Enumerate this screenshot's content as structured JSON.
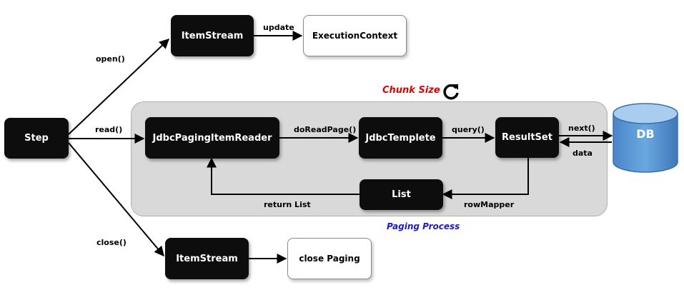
{
  "nodes": {
    "step": "Step",
    "item_stream_open": "ItemStream",
    "execution_context": "ExecutionContext",
    "reader": "JdbcPagingItemReader",
    "template": "JdbcTemplete",
    "result_set": "ResultSet",
    "db": "DB",
    "list": "List",
    "item_stream_close": "ItemStream",
    "close_paging": "close Paging"
  },
  "edges": {
    "open": "open()",
    "update": "update",
    "read": "read()",
    "do_read_page": "doReadPage()",
    "query": "query()",
    "next": "next()",
    "data": "data",
    "row_mapper": "rowMapper",
    "return_list": "return List",
    "close": "close()"
  },
  "annotations": {
    "chunk_size": "Chunk Size",
    "paging_process": "Paging Process"
  },
  "colors": {
    "chunk_size": "#e00000",
    "paging_process": "#1a1acc",
    "db_fill": "#5b9bd5",
    "panel": "#d9d9d9"
  }
}
